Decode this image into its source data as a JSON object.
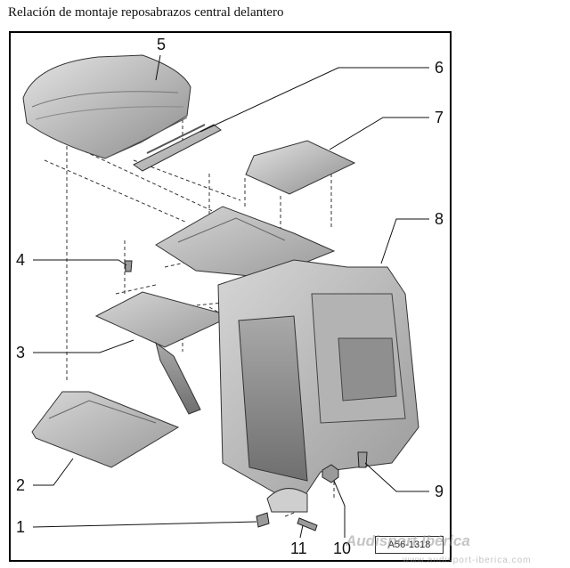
{
  "title": "Relación de montaje reposabrazos central delantero",
  "callouts": {
    "c1": "1",
    "c2": "2",
    "c3": "3",
    "c4": "4",
    "c5": "5",
    "c6": "6",
    "c7": "7",
    "c8": "8",
    "c9": "9",
    "c10": "10",
    "c11": "11"
  },
  "figure_code": "A56-1318",
  "watermark": {
    "name": "Audisport Ibérica",
    "url": "www.audisport-iberica.com"
  }
}
